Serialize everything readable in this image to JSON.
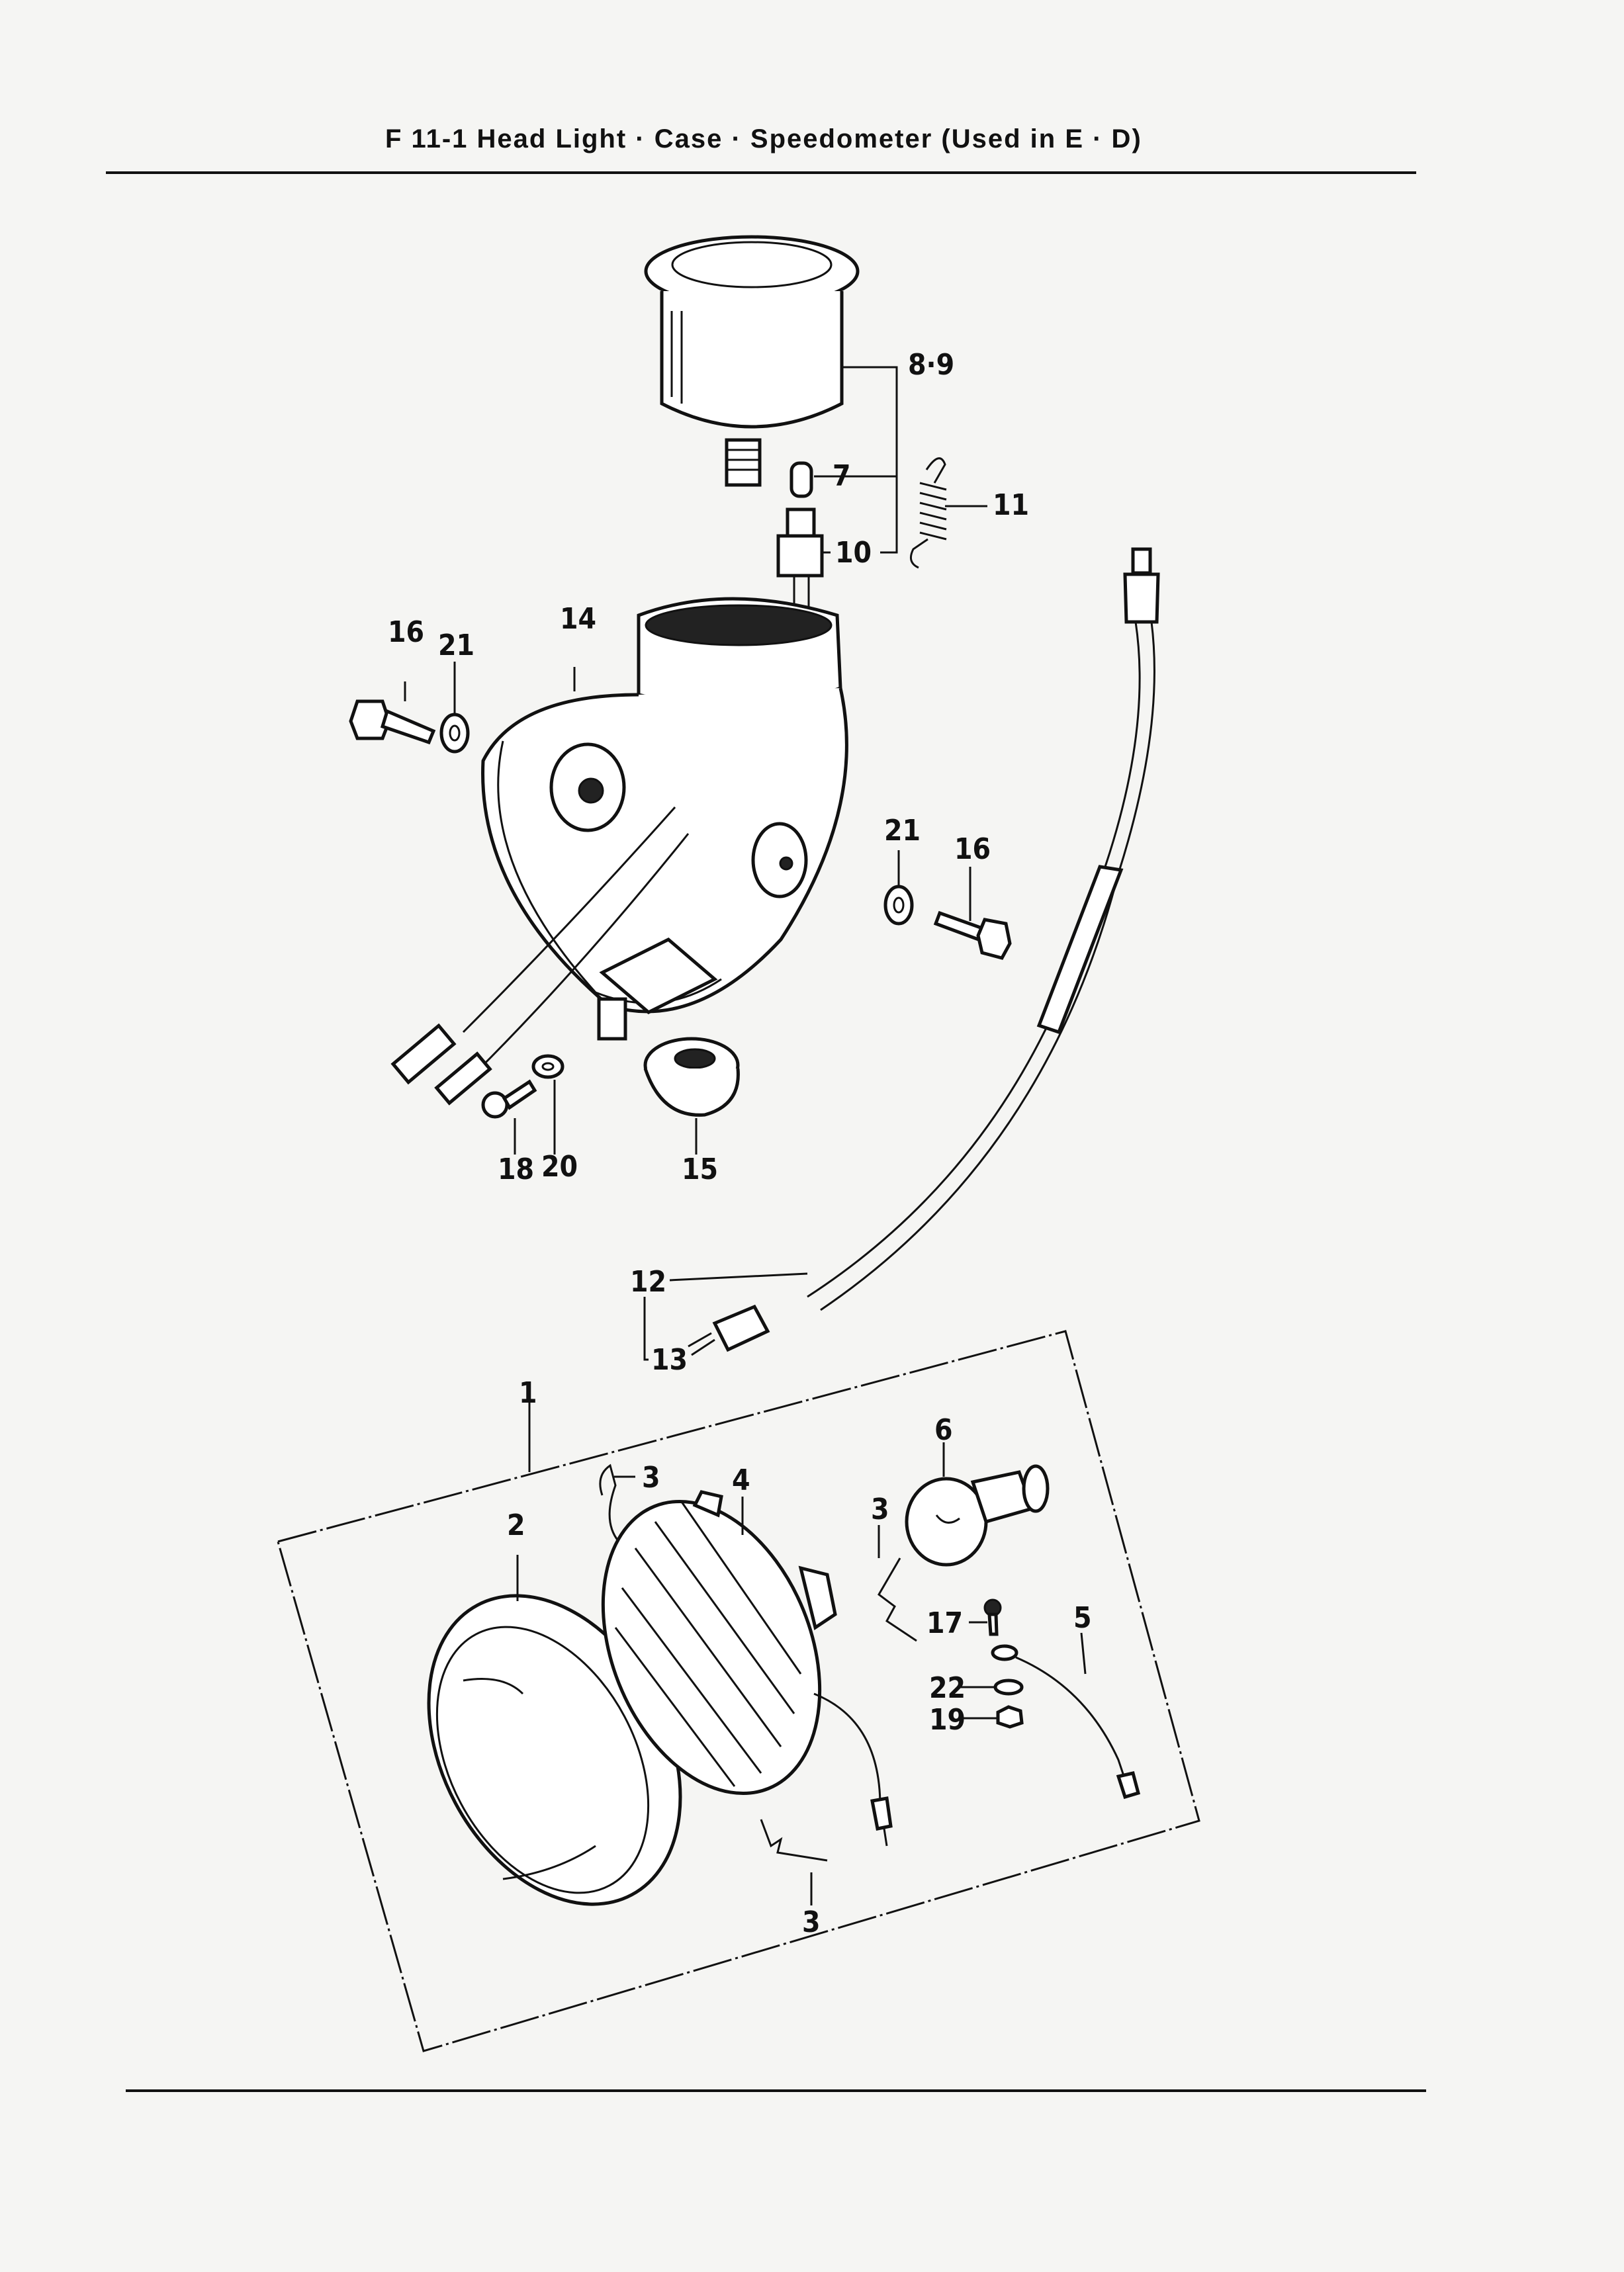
{
  "header": {
    "title": "F 11-1  Head Light · Case · Speedometer (Used in E · D)"
  },
  "callouts": {
    "c_8_9": "8·9",
    "c_7": "7",
    "c_11": "11",
    "c_10": "10",
    "c_16a": "16",
    "c_21a": "21",
    "c_14": "14",
    "c_21b": "21",
    "c_16b": "16",
    "c_18": "18",
    "c_20": "20",
    "c_15": "15",
    "c_12": "12",
    "c_13": "13",
    "c_1": "1",
    "c_6": "6",
    "c_3a": "3",
    "c_4": "4",
    "c_2": "2",
    "c_3b": "3",
    "c_17": "17",
    "c_5": "5",
    "c_22": "22",
    "c_19": "19",
    "c_3c": "3"
  }
}
